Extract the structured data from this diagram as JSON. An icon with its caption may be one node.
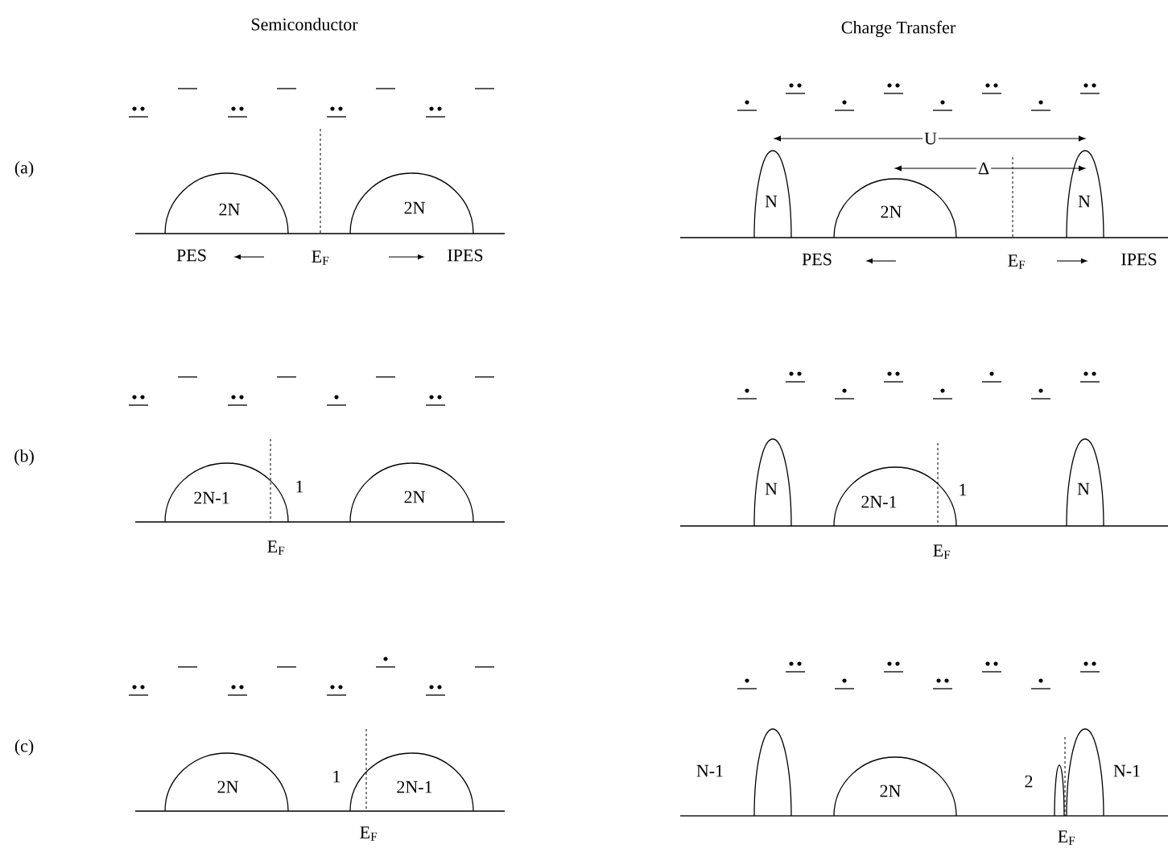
{
  "diagram": {
    "nodes": [
      {
        "text": [
          "2N"
        ]
      },
      {
        "text": [
          "2N"
        ]
      },
      {
        "text": [
          "N"
        ]
      },
      {
        "text": [
          "2N"
        ]
      },
      {
        "text": [
          "N"
        ]
      },
      {
        "text": [
          "2N-1"
        ]
      },
      {
        "text": [
          "2N"
        ]
      },
      {
        "text": [
          "N"
        ]
      },
      {
        "text": [
          "2N-1"
        ]
      },
      {
        "text": [
          "N"
        ]
      },
      {
        "text": [
          "2N"
        ]
      },
      {
        "text": [
          "2N-1"
        ]
      },
      {
        "text": [
          "N-1"
        ]
      },
      {
        "text": [
          "2N"
        ]
      },
      {
        "text": [
          "2"
        ]
      },
      {
        "text": [
          "N-1"
        ]
      }
    ],
    "labels": [
      "Semiconductor",
      "Charge Transfer",
      "(a)",
      "U",
      "Δ",
      "PES",
      "E$_{F}$",
      "IPES",
      "PES",
      "E$_{F}$",
      "IPES",
      "(b)",
      "1",
      "1",
      "E$_{F}$",
      "E$_{F}$",
      "(c)",
      "1",
      "E$_{F}$",
      "E$_{F}$"
    ]
  }
}
